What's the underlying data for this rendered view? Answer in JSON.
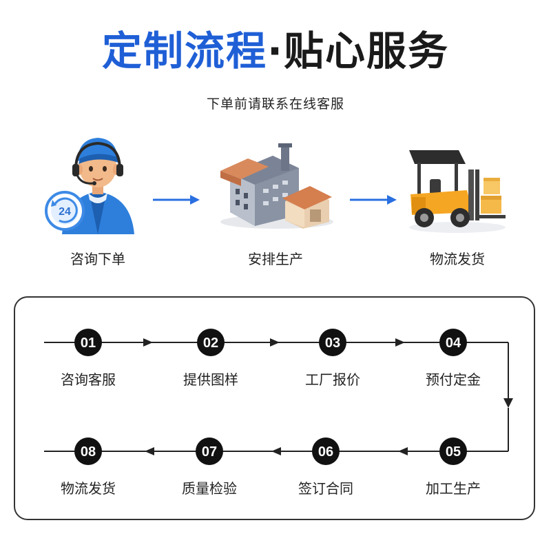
{
  "title": {
    "part1": "定制流程",
    "dot": "·",
    "part2": "贴心服务"
  },
  "subtitle": "下单前请联系在线客服",
  "top_steps": [
    {
      "label": "咨询下单",
      "icon": "customer-service-agent-icon"
    },
    {
      "label": "安排生产",
      "icon": "factory-icon"
    },
    {
      "label": "物流发货",
      "icon": "forklift-icon"
    }
  ],
  "badge_text": "24",
  "flow_steps": [
    {
      "num": "01",
      "label": "咨询客服"
    },
    {
      "num": "02",
      "label": "提供图样"
    },
    {
      "num": "03",
      "label": "工厂报价"
    },
    {
      "num": "04",
      "label": "预付定金"
    },
    {
      "num": "05",
      "label": "加工生产"
    },
    {
      "num": "06",
      "label": "签订合同"
    },
    {
      "num": "07",
      "label": "质量检验"
    },
    {
      "num": "08",
      "label": "物流发货"
    }
  ],
  "colors": {
    "brand_blue": "#1f5fd6",
    "arrow_blue": "#2a6fe0",
    "node_black": "#111111"
  }
}
